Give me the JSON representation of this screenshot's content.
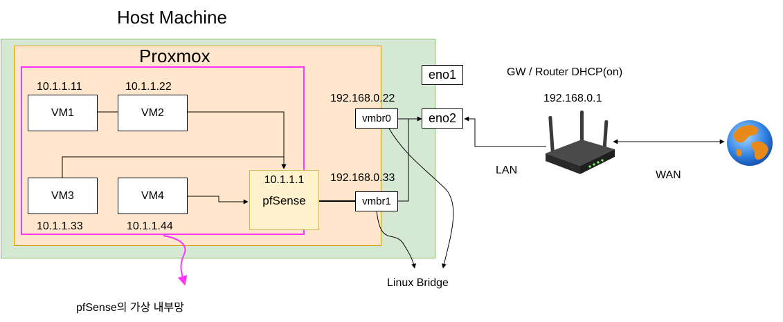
{
  "host": {
    "title": "Host Machine"
  },
  "proxmox": {
    "title": "Proxmox"
  },
  "vms": [
    {
      "name": "VM1",
      "ip": "10.1.1.11"
    },
    {
      "name": "VM2",
      "ip": "10.1.1.22"
    },
    {
      "name": "VM3",
      "ip": "10.1.1.33"
    },
    {
      "name": "VM4",
      "ip": "10.1.1.44"
    }
  ],
  "pfsense": {
    "ip": "10.1.1.1",
    "label": "pfSense"
  },
  "bridges": [
    {
      "name": "vmbr0",
      "ip": "192.168.0.22"
    },
    {
      "name": "vmbr1",
      "ip": "192.168.0.33"
    }
  ],
  "nics": {
    "eno1": "eno1",
    "eno2": "eno2"
  },
  "router": {
    "title": "GW / Router DHCP(on)",
    "ip": "192.168.0.1"
  },
  "links": {
    "lan": "LAN",
    "wan": "WAN",
    "linux_bridge": "Linux Bridge"
  },
  "internal_net_caption": "pfSense의 가상 내부망",
  "colors": {
    "host_fill": "#d5e8d4",
    "host_stroke": "#82b366",
    "proxmox_fill": "#ffe6cc",
    "proxmox_stroke": "#d79b00",
    "pfsense_fill": "#fff2cc",
    "pfsense_stroke": "#d6b656",
    "internal_net_stroke": "#ff33ff"
  }
}
